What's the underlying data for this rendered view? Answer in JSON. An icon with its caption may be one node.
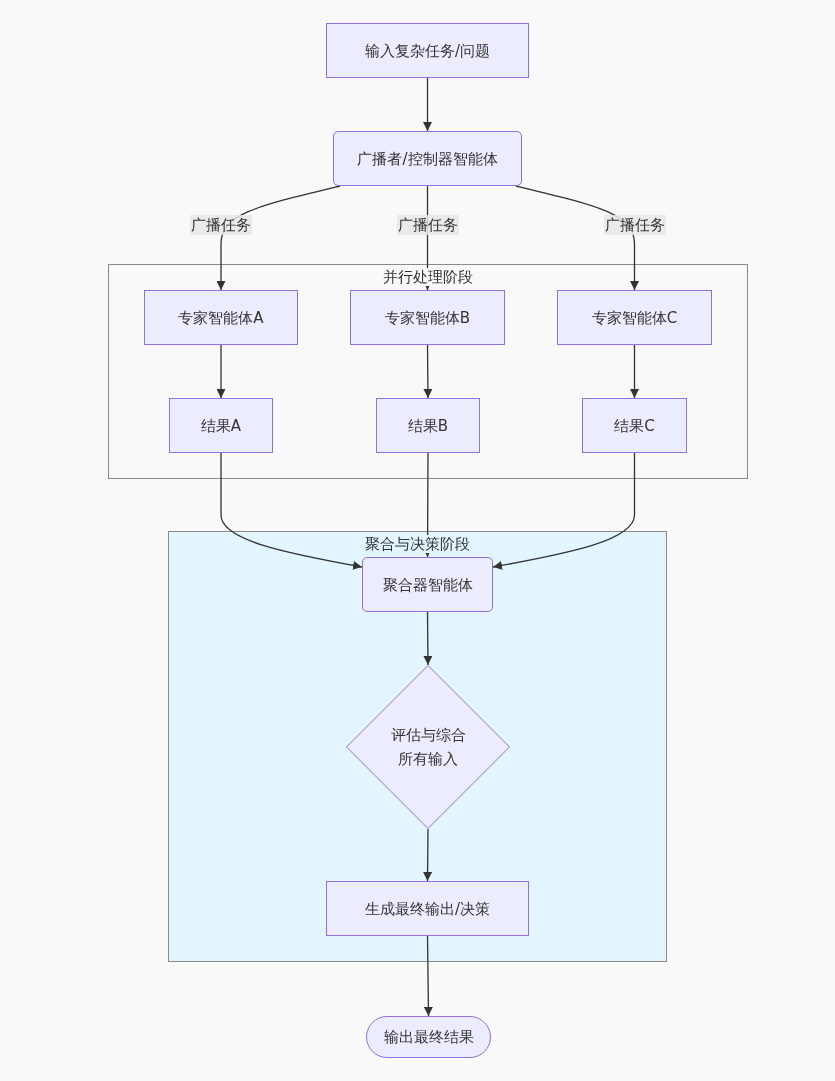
{
  "diagram": {
    "nodes": [
      {
        "text": [
          "输入复杂任务/问题"
        ]
      },
      {
        "text": [
          "广播者/控制器智能体"
        ]
      },
      {
        "text": [
          "并行处理阶段"
        ]
      },
      {
        "text": [
          "专家智能体A"
        ],
        "in": 2
      },
      {
        "text": [
          "专家智能体B"
        ],
        "in": 2
      },
      {
        "text": [
          "专家智能体C"
        ],
        "in": 2
      },
      {
        "text": [
          "结果A"
        ],
        "in": 2
      },
      {
        "text": [
          "结果B"
        ],
        "in": 2
      },
      {
        "text": [
          "结果C"
        ],
        "in": 2
      },
      {
        "text": [
          "聚合与决策阶段"
        ]
      },
      {
        "text": [
          "聚合器智能体"
        ],
        "in": 9
      },
      {
        "text": [
          "评估与综合所有输入"
        ],
        "in": 9
      },
      {
        "text": [
          "生成最终输出/决策"
        ],
        "in": 9
      },
      {
        "text": [
          "输出最终结果"
        ]
      }
    ],
    "edges": [
      {
        "from": 0,
        "to": 1,
        "arrow": "to"
      },
      {
        "from": 1,
        "to": 3,
        "arrow": "to",
        "label": "广播任务"
      },
      {
        "from": 1,
        "to": 4,
        "arrow": "to",
        "label": "广播任务"
      },
      {
        "from": 1,
        "to": 5,
        "arrow": "to",
        "label": "广播任务"
      },
      {
        "from": 3,
        "to": 6,
        "arrow": "to"
      },
      {
        "from": 4,
        "to": 7,
        "arrow": "to"
      },
      {
        "from": 5,
        "to": 8,
        "arrow": "to"
      },
      {
        "from": 6,
        "to": 10,
        "arrow": "to"
      },
      {
        "from": 7,
        "to": 10,
        "arrow": "to"
      },
      {
        "from": 8,
        "to": 10,
        "arrow": "to"
      },
      {
        "from": 10,
        "to": 11,
        "arrow": "to"
      },
      {
        "from": 11,
        "to": 12,
        "arrow": "to"
      },
      {
        "from": 12,
        "to": 13,
        "arrow": "to"
      }
    ]
  }
}
